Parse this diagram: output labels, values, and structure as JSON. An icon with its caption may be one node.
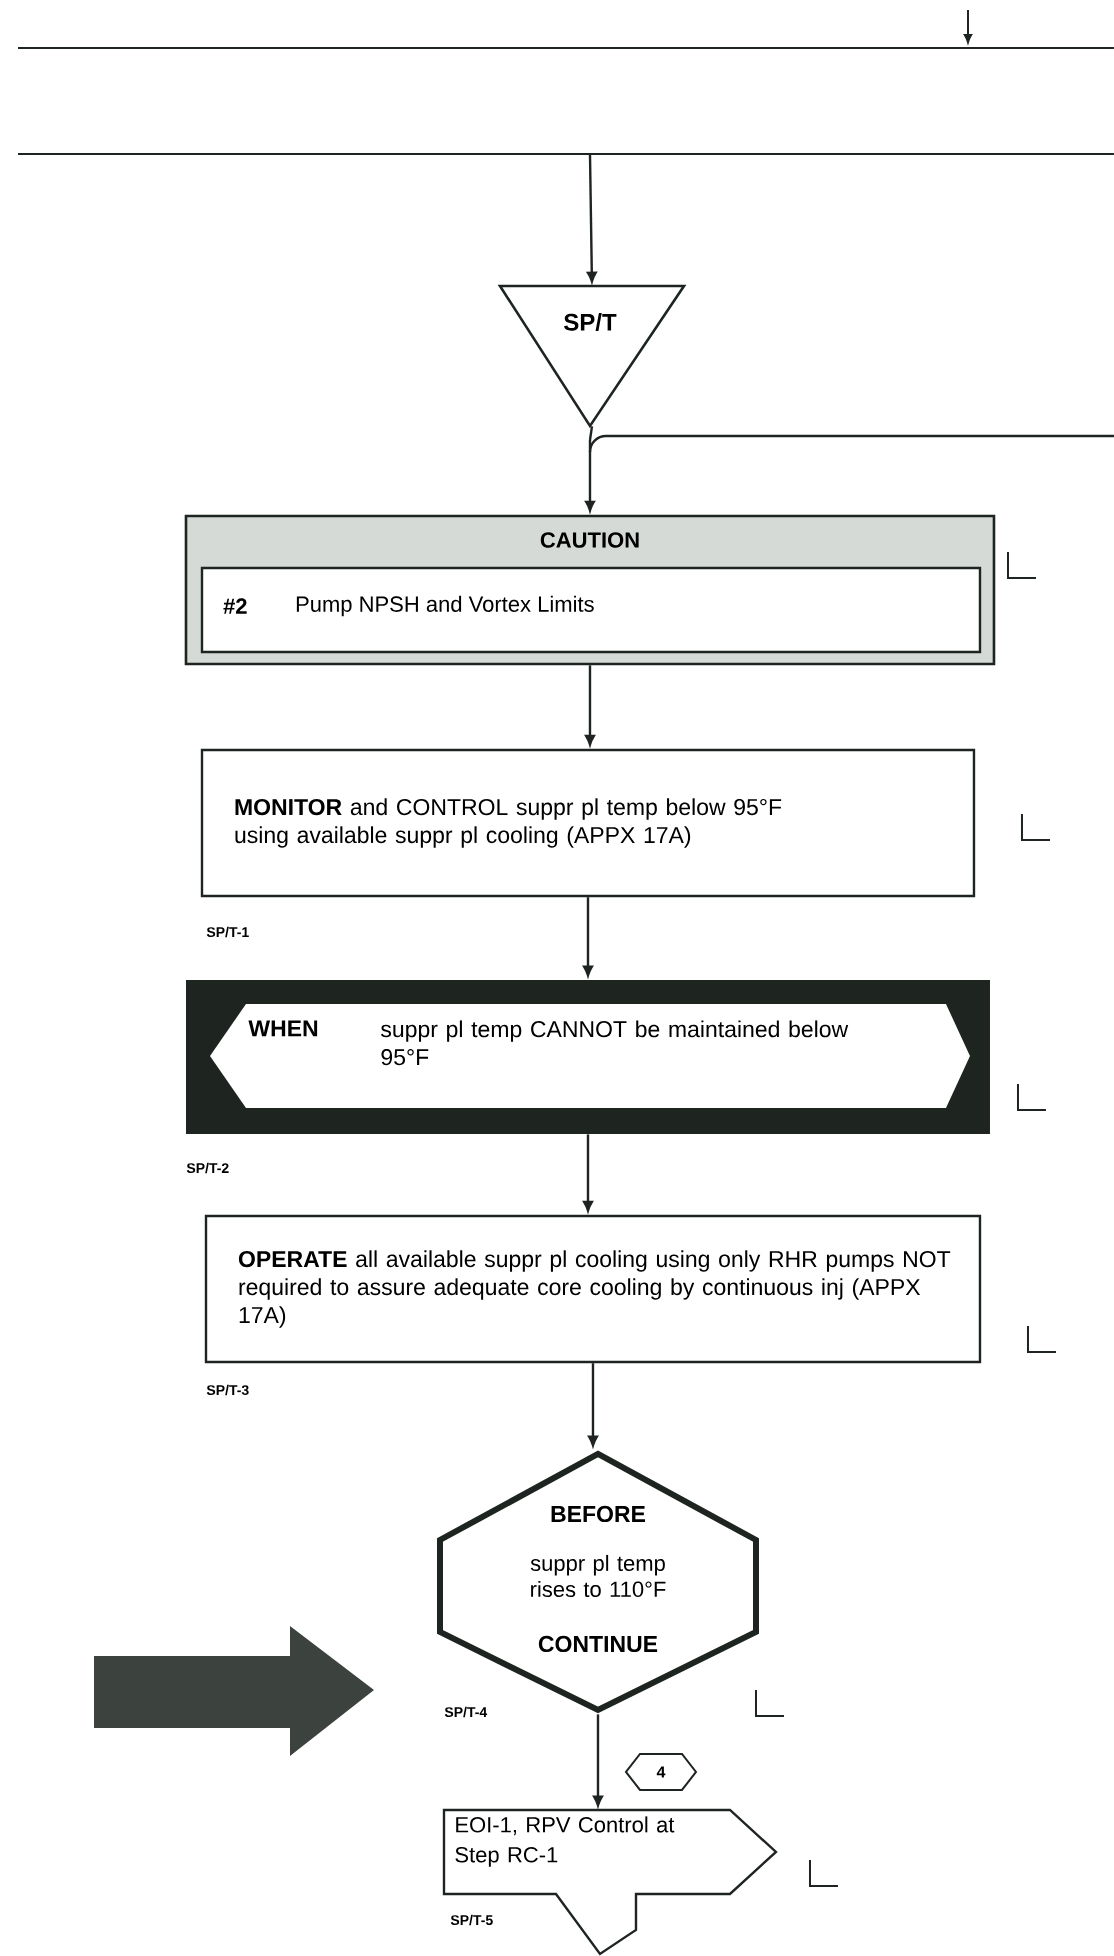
{
  "diagram": {
    "nodes": [
      {
        "text": [
          "SP/T"
        ]
      },
      {
        "text": [
          "CAUTION"
        ]
      },
      {
        "text": [
          "#2",
          "Pump NPSH and Vortex Limits"
        ],
        "in": 1
      },
      {
        "text": [
          "**MONITOR** and CONTROL suppr pl temp below 95°F using available suppr pl cooling (APPX 17A)"
        ],
        "beside": [
          "SP/T-1"
        ]
      },
      {
        "text": [
          "WHEN",
          "suppr pl temp CANNOT be maintained below 95°F"
        ],
        "beside": [
          "SP/T-2"
        ]
      },
      {
        "text": [
          "**OPERATE** all available suppr pl cooling using only RHR pumps NOT required to assure adequate core cooling by continuous inj (APPX 17A)"
        ],
        "beside": [
          "SP/T-3"
        ]
      },
      {
        "text": [
          "BEFORE",
          "suppr pl temp rises to 110°F",
          "CONTINUE"
        ],
        "beside": [
          "SP/T-4"
        ]
      },
      {
        "text": [
          "4"
        ]
      },
      {
        "text": [
          "EOI-1, RPV Control at Step RC-1"
        ],
        "beside": [
          "SP/T-5"
        ]
      }
    ],
    "edges": [
      {
        "from": null,
        "to": 0,
        "arrow": "to"
      },
      {
        "from": 0,
        "to": 1,
        "arrow": "to"
      },
      {
        "from": null,
        "to": 1,
        "arrow": "to"
      },
      {
        "from": 1,
        "to": 3,
        "arrow": "to"
      },
      {
        "from": 3,
        "to": 4,
        "arrow": "to"
      },
      {
        "from": 4,
        "to": 5,
        "arrow": "to"
      },
      {
        "from": 5,
        "to": 6,
        "arrow": "to"
      },
      {
        "from": 6,
        "to": 8,
        "arrow": "to"
      }
    ]
  }
}
